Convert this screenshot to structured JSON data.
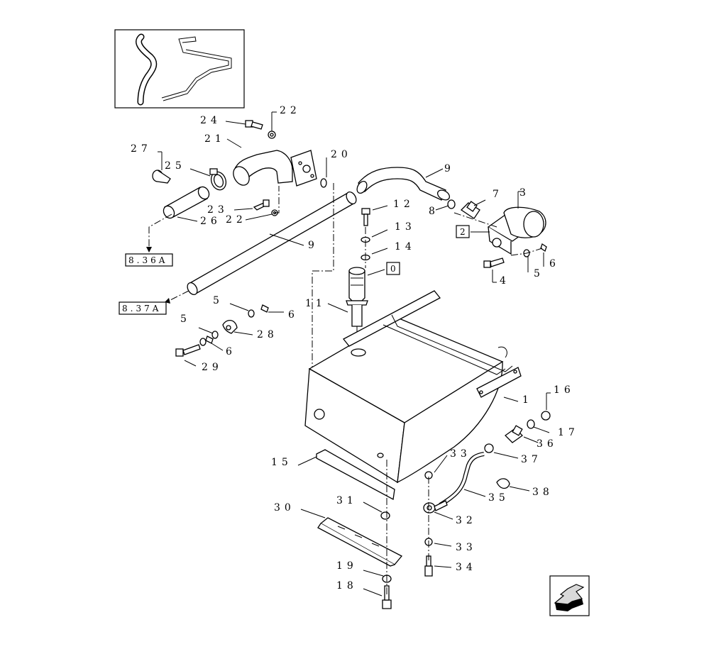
{
  "callouts": {
    "c1": "1",
    "c3": "3",
    "c4": "4",
    "c5a": "5",
    "c5b": "5",
    "c5c": "5",
    "c6a": "6",
    "c6b": "6",
    "c6c": "6",
    "c7": "7",
    "c8": "8",
    "c9a": "9",
    "c9b": "9",
    "c11": "11",
    "c12": "12",
    "c13": "13",
    "c14": "14",
    "c15": "15",
    "c16": "16",
    "c17": "17",
    "c18": "18",
    "c19": "19",
    "c20": "20",
    "c21": "21",
    "c22a": "22",
    "c22b": "22",
    "c23": "23",
    "c24": "24",
    "c25": "25",
    "c26": "26",
    "c27": "27",
    "c28": "28",
    "c29": "29",
    "c30": "30",
    "c31": "31",
    "c32": "32",
    "c33a": "33",
    "c33b": "33",
    "c34": "34",
    "c35": "35",
    "c36": "36",
    "c37": "37",
    "c38": "38"
  },
  "refs": {
    "ref_a": "8.36A",
    "ref_b": "8.37A",
    "box_2": "2",
    "box_0": "0"
  },
  "icons": {
    "inset": "hose-inset-icon",
    "nav": "next-page-arrow-icon"
  }
}
